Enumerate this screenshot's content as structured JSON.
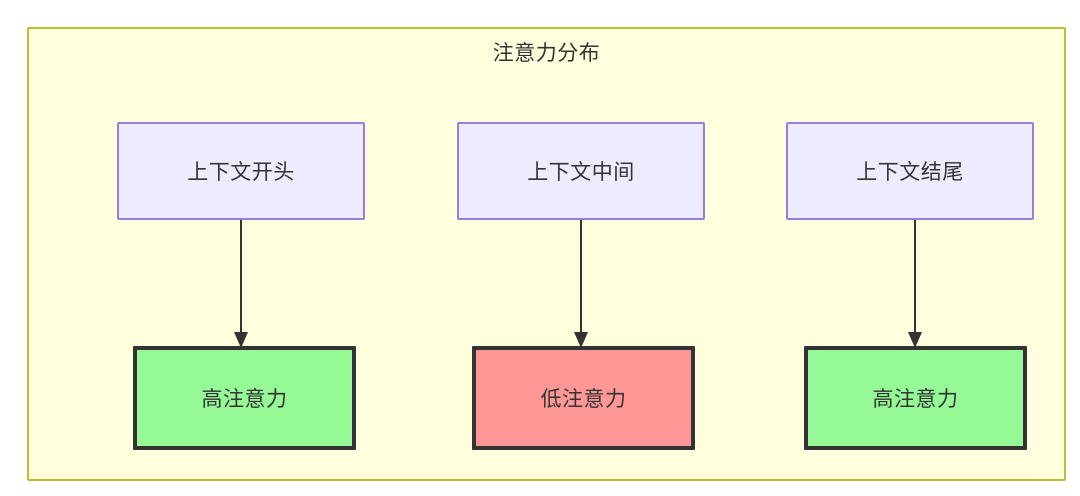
{
  "diagram": {
    "title": "注意力分布",
    "container": {
      "fill": "#ffffde",
      "stroke": "#bdbd34"
    },
    "columns": [
      {
        "id": "col-1",
        "top_node": {
          "label": "上下文开头",
          "fill": "#ececfe",
          "stroke": "#9a7ce0"
        },
        "bottom_node": {
          "label": "高注意力",
          "fill": "#95f995",
          "stroke": "#333333"
        },
        "edge": {
          "type": "arrow",
          "direction": "down"
        }
      },
      {
        "id": "col-2",
        "top_node": {
          "label": "上下文中间",
          "fill": "#ececfe",
          "stroke": "#9a7ce0"
        },
        "bottom_node": {
          "label": "低注意力",
          "fill": "#ff9797",
          "stroke": "#333333"
        },
        "edge": {
          "type": "arrow",
          "direction": "down"
        }
      },
      {
        "id": "col-3",
        "top_node": {
          "label": "上下文结尾",
          "fill": "#ececfe",
          "stroke": "#9a7ce0"
        },
        "bottom_node": {
          "label": "高注意力",
          "fill": "#95f995",
          "stroke": "#333333"
        },
        "edge": {
          "type": "arrow",
          "direction": "down"
        }
      }
    ]
  }
}
